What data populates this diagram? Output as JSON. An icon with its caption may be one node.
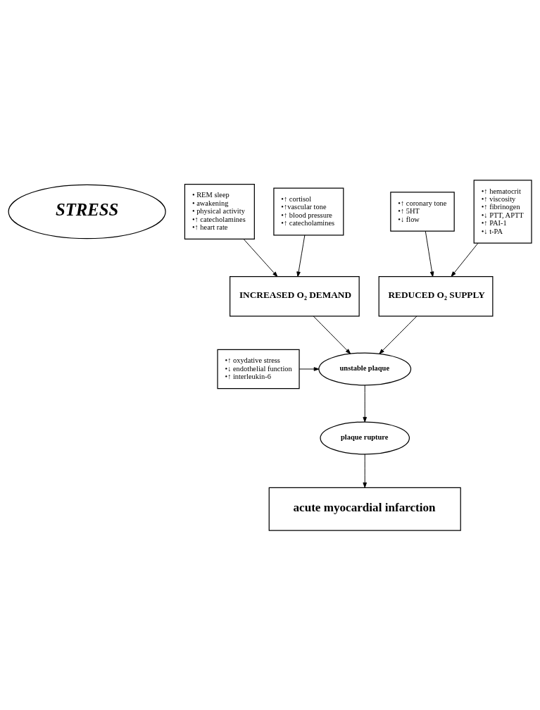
{
  "diagram": {
    "nodes": [
      {
        "text": [
          "STRESS"
        ]
      },
      {
        "text": [
          "• REM sleep",
          "• awakening",
          "• physical activity",
          "•↑ catecholamines",
          "•↑ heart rate"
        ]
      },
      {
        "text": [
          "•↑ cortisol",
          "•↑vascular tone",
          "•↑ blood pressure",
          "•↑ catecholamines"
        ]
      },
      {
        "text": [
          "•↑ coronary tone",
          "•↑ 5HT",
          "•↓ flow"
        ]
      },
      {
        "text": [
          "•↑ hematocrit",
          "•↑ viscosity",
          "•↑ fibrinogen",
          "•↓ PTT, APTT",
          "•↑ PAI-1",
          "•↓ t-PA"
        ]
      },
      {
        "text": [
          "INCREASED O₂ DEMAND"
        ]
      },
      {
        "text": [
          "REDUCED O₂ SUPPLY"
        ]
      },
      {
        "text": [
          "unstable plaque"
        ]
      },
      {
        "text": [
          "•↑ oxydative stress",
          "•↓ endothelial function",
          "•↑ interleukin-6"
        ]
      },
      {
        "text": [
          "plaque rupture"
        ]
      },
      {
        "text": [
          "acute myocardial infarction"
        ]
      }
    ],
    "edges": [
      {
        "from": 1,
        "to": 5,
        "arrow": "to"
      },
      {
        "from": 2,
        "to": 5,
        "arrow": "to"
      },
      {
        "from": 3,
        "to": 6,
        "arrow": "to"
      },
      {
        "from": 4,
        "to": 6,
        "arrow": "to"
      },
      {
        "from": 5,
        "to": 7,
        "arrow": "to"
      },
      {
        "from": 6,
        "to": 7,
        "arrow": "to"
      },
      {
        "from": 8,
        "to": 7,
        "arrow": "to"
      },
      {
        "from": 7,
        "to": 9,
        "arrow": "to"
      },
      {
        "from": 9,
        "to": 10,
        "arrow": "to"
      }
    ]
  }
}
